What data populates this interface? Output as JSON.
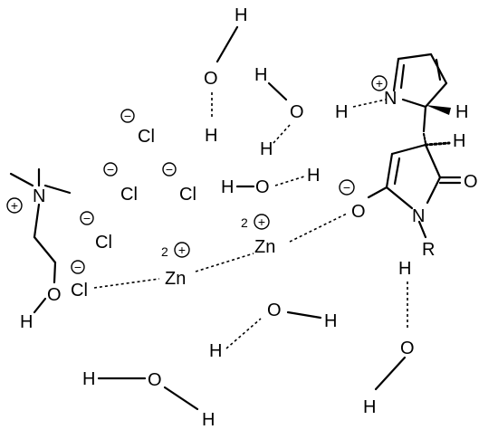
{
  "species": {
    "chloride_1": {
      "charge": "−",
      "atom": "Cl"
    },
    "chloride_2": {
      "charge": "−",
      "atom": "Cl"
    },
    "chloride_3": {
      "charge": "−",
      "atom": "Cl"
    },
    "chloride_4": {
      "charge": "−",
      "atom": "Cl"
    },
    "chloride_bridging": {
      "charge": "−",
      "atom": "Cl"
    },
    "zinc_left": {
      "ox": "2",
      "charge": "+",
      "atom": "Zn"
    },
    "zinc_right": {
      "ox": "2",
      "charge": "+",
      "atom": "Zn"
    },
    "choline": {
      "charge": "+",
      "n_atom": "N",
      "o_atom": "O",
      "h_atom": "H"
    },
    "waters": [
      {
        "o": "O",
        "h1": "H",
        "h2": "H"
      },
      {
        "o": "O",
        "h1": "H",
        "h2": "H"
      },
      {
        "o": "O",
        "h1": "H",
        "h2": "H"
      },
      {
        "o": "O",
        "h1": "H",
        "h2": "H"
      },
      {
        "o": "O",
        "h1": "H",
        "h2": "H"
      },
      {
        "o": "O",
        "h1": "H",
        "h2": "H"
      }
    ],
    "pyrrolinone": {
      "pyrrole_n": "N",
      "pyrrole_charge": "+",
      "nh_h": "H",
      "stereo_h1": "H",
      "stereo_h2": "H",
      "carbonyl_o": "O",
      "ring_n": "N",
      "r_group": "R",
      "enolate_o": "O",
      "enolate_charge": "−"
    }
  }
}
